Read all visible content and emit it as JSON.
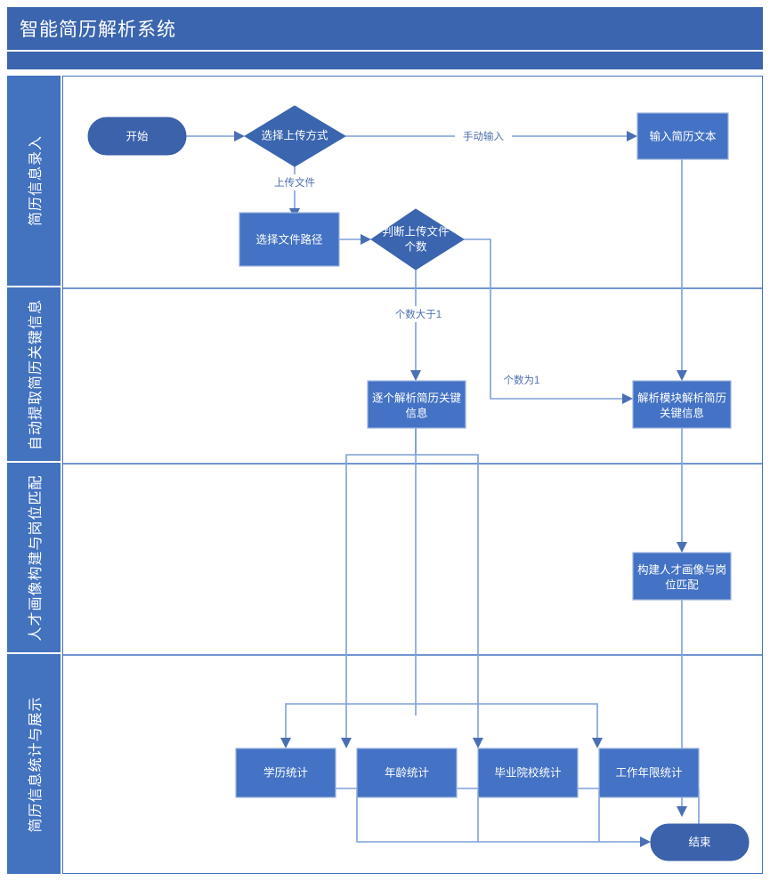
{
  "header": {
    "title": "智能简历解析系统",
    "bar_color": "#3b65ae"
  },
  "lanes": [
    {
      "label": "简历信息录入"
    },
    {
      "label": "自动提取简历关键信息"
    },
    {
      "label": "人才画像构建与岗位匹配"
    },
    {
      "label": "简历信息统计与展示"
    }
  ],
  "colors": {
    "header": "#3b65ae",
    "lane": "#4372bf",
    "process_fill": "#4472c4",
    "decision_fill": "#3b65af",
    "terminator_fill": "#3b62ab",
    "edge": "#7f9fd8",
    "edge_label": "#4f6fb0",
    "node_label": "#ffffff"
  },
  "chart_data": {
    "type": "diagram",
    "title": "智能简历解析系统",
    "nodes": [
      {
        "id": "start",
        "shape": "terminator",
        "label": "开始",
        "lane": 0
      },
      {
        "id": "choose",
        "shape": "decision",
        "label": "选择上传方式",
        "lane": 0
      },
      {
        "id": "inputtext",
        "shape": "process",
        "label": "输入简历文本",
        "lane": 0
      },
      {
        "id": "path",
        "shape": "process",
        "label": "选择文件路径",
        "lane": 0
      },
      {
        "id": "count",
        "shape": "decision",
        "label": "判断上传文件\n个数",
        "lane": 0
      },
      {
        "id": "eachparse",
        "shape": "process",
        "label": "逐个解析简历关键\n信息",
        "lane": 1
      },
      {
        "id": "moduleparse",
        "shape": "process",
        "label": "解析模块解析简历\n关键信息",
        "lane": 1
      },
      {
        "id": "portrait",
        "shape": "process",
        "label": "构建人才画像与岗\n位匹配",
        "lane": 2
      },
      {
        "id": "edu",
        "shape": "process",
        "label": "学历统计",
        "lane": 3
      },
      {
        "id": "age",
        "shape": "process",
        "label": "年龄统计",
        "lane": 3
      },
      {
        "id": "school",
        "shape": "process",
        "label": "毕业院校统计",
        "lane": 3
      },
      {
        "id": "years",
        "shape": "process",
        "label": "工作年限统计",
        "lane": 3
      },
      {
        "id": "end",
        "shape": "terminator",
        "label": "结束",
        "lane": 3
      }
    ],
    "edges": [
      {
        "from": "start",
        "to": "choose",
        "label": ""
      },
      {
        "from": "choose",
        "to": "inputtext",
        "label": "手动输入"
      },
      {
        "from": "choose",
        "to": "path",
        "label": "上传文件"
      },
      {
        "from": "path",
        "to": "count",
        "label": ""
      },
      {
        "from": "count",
        "to": "eachparse",
        "label": "个数大于1"
      },
      {
        "from": "count",
        "to": "moduleparse",
        "label": "个数为1"
      },
      {
        "from": "inputtext",
        "to": "moduleparse",
        "label": ""
      },
      {
        "from": "moduleparse",
        "to": "portrait",
        "label": ""
      },
      {
        "from": "portrait",
        "to": "end",
        "label": ""
      },
      {
        "from": "eachparse",
        "to": "edu",
        "label": ""
      },
      {
        "from": "eachparse",
        "to": "age",
        "label": ""
      },
      {
        "from": "eachparse",
        "to": "school",
        "label": ""
      },
      {
        "from": "eachparse",
        "to": "years",
        "label": ""
      },
      {
        "from": "edu",
        "to": "end",
        "label": ""
      },
      {
        "from": "age",
        "to": "end",
        "label": ""
      },
      {
        "from": "school",
        "to": "end",
        "label": ""
      },
      {
        "from": "years",
        "to": "end",
        "label": ""
      }
    ],
    "edge_labels": [
      "手动输入",
      "上传文件",
      "个数大于1",
      "个数为1"
    ]
  }
}
